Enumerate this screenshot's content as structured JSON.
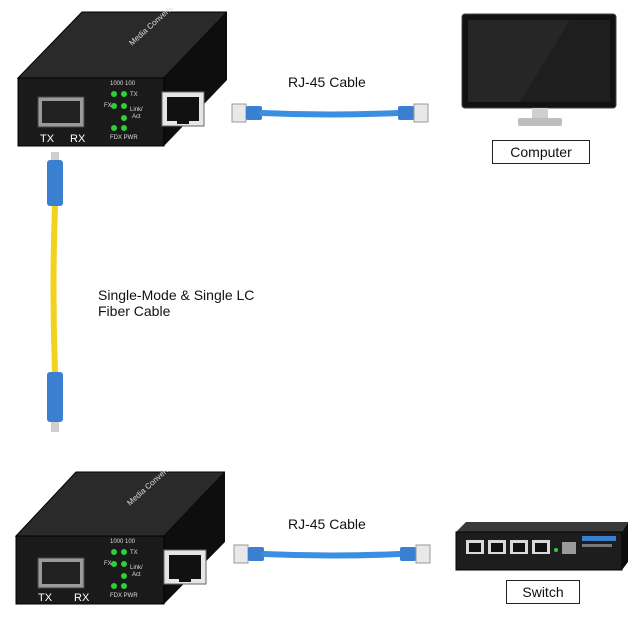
{
  "cables": {
    "top_rj45_label": "RJ-45 Cable",
    "bottom_rj45_label": "RJ-45 Cable",
    "fiber_label_line1": "Single-Mode & Single LC",
    "fiber_label_line2": "Fiber Cable"
  },
  "devices": {
    "computer_label": "Computer",
    "switch_label": "Switch"
  },
  "converter": {
    "tx_label": "TX",
    "rx_label": "RX",
    "led_top": "1000 100",
    "led_tx": "TX",
    "led_fx": "FX",
    "led_link": "Link/",
    "led_act": "Act",
    "led_bottom": "FDX PWR",
    "top_text": "Media Converter"
  },
  "colors": {
    "rj45_cable": "#3b8fe0",
    "fiber_cable": "#f2d21a",
    "connector": "#3a7fd0",
    "led_green": "#2fcf3a",
    "converter_body": "#1a1a1a"
  }
}
